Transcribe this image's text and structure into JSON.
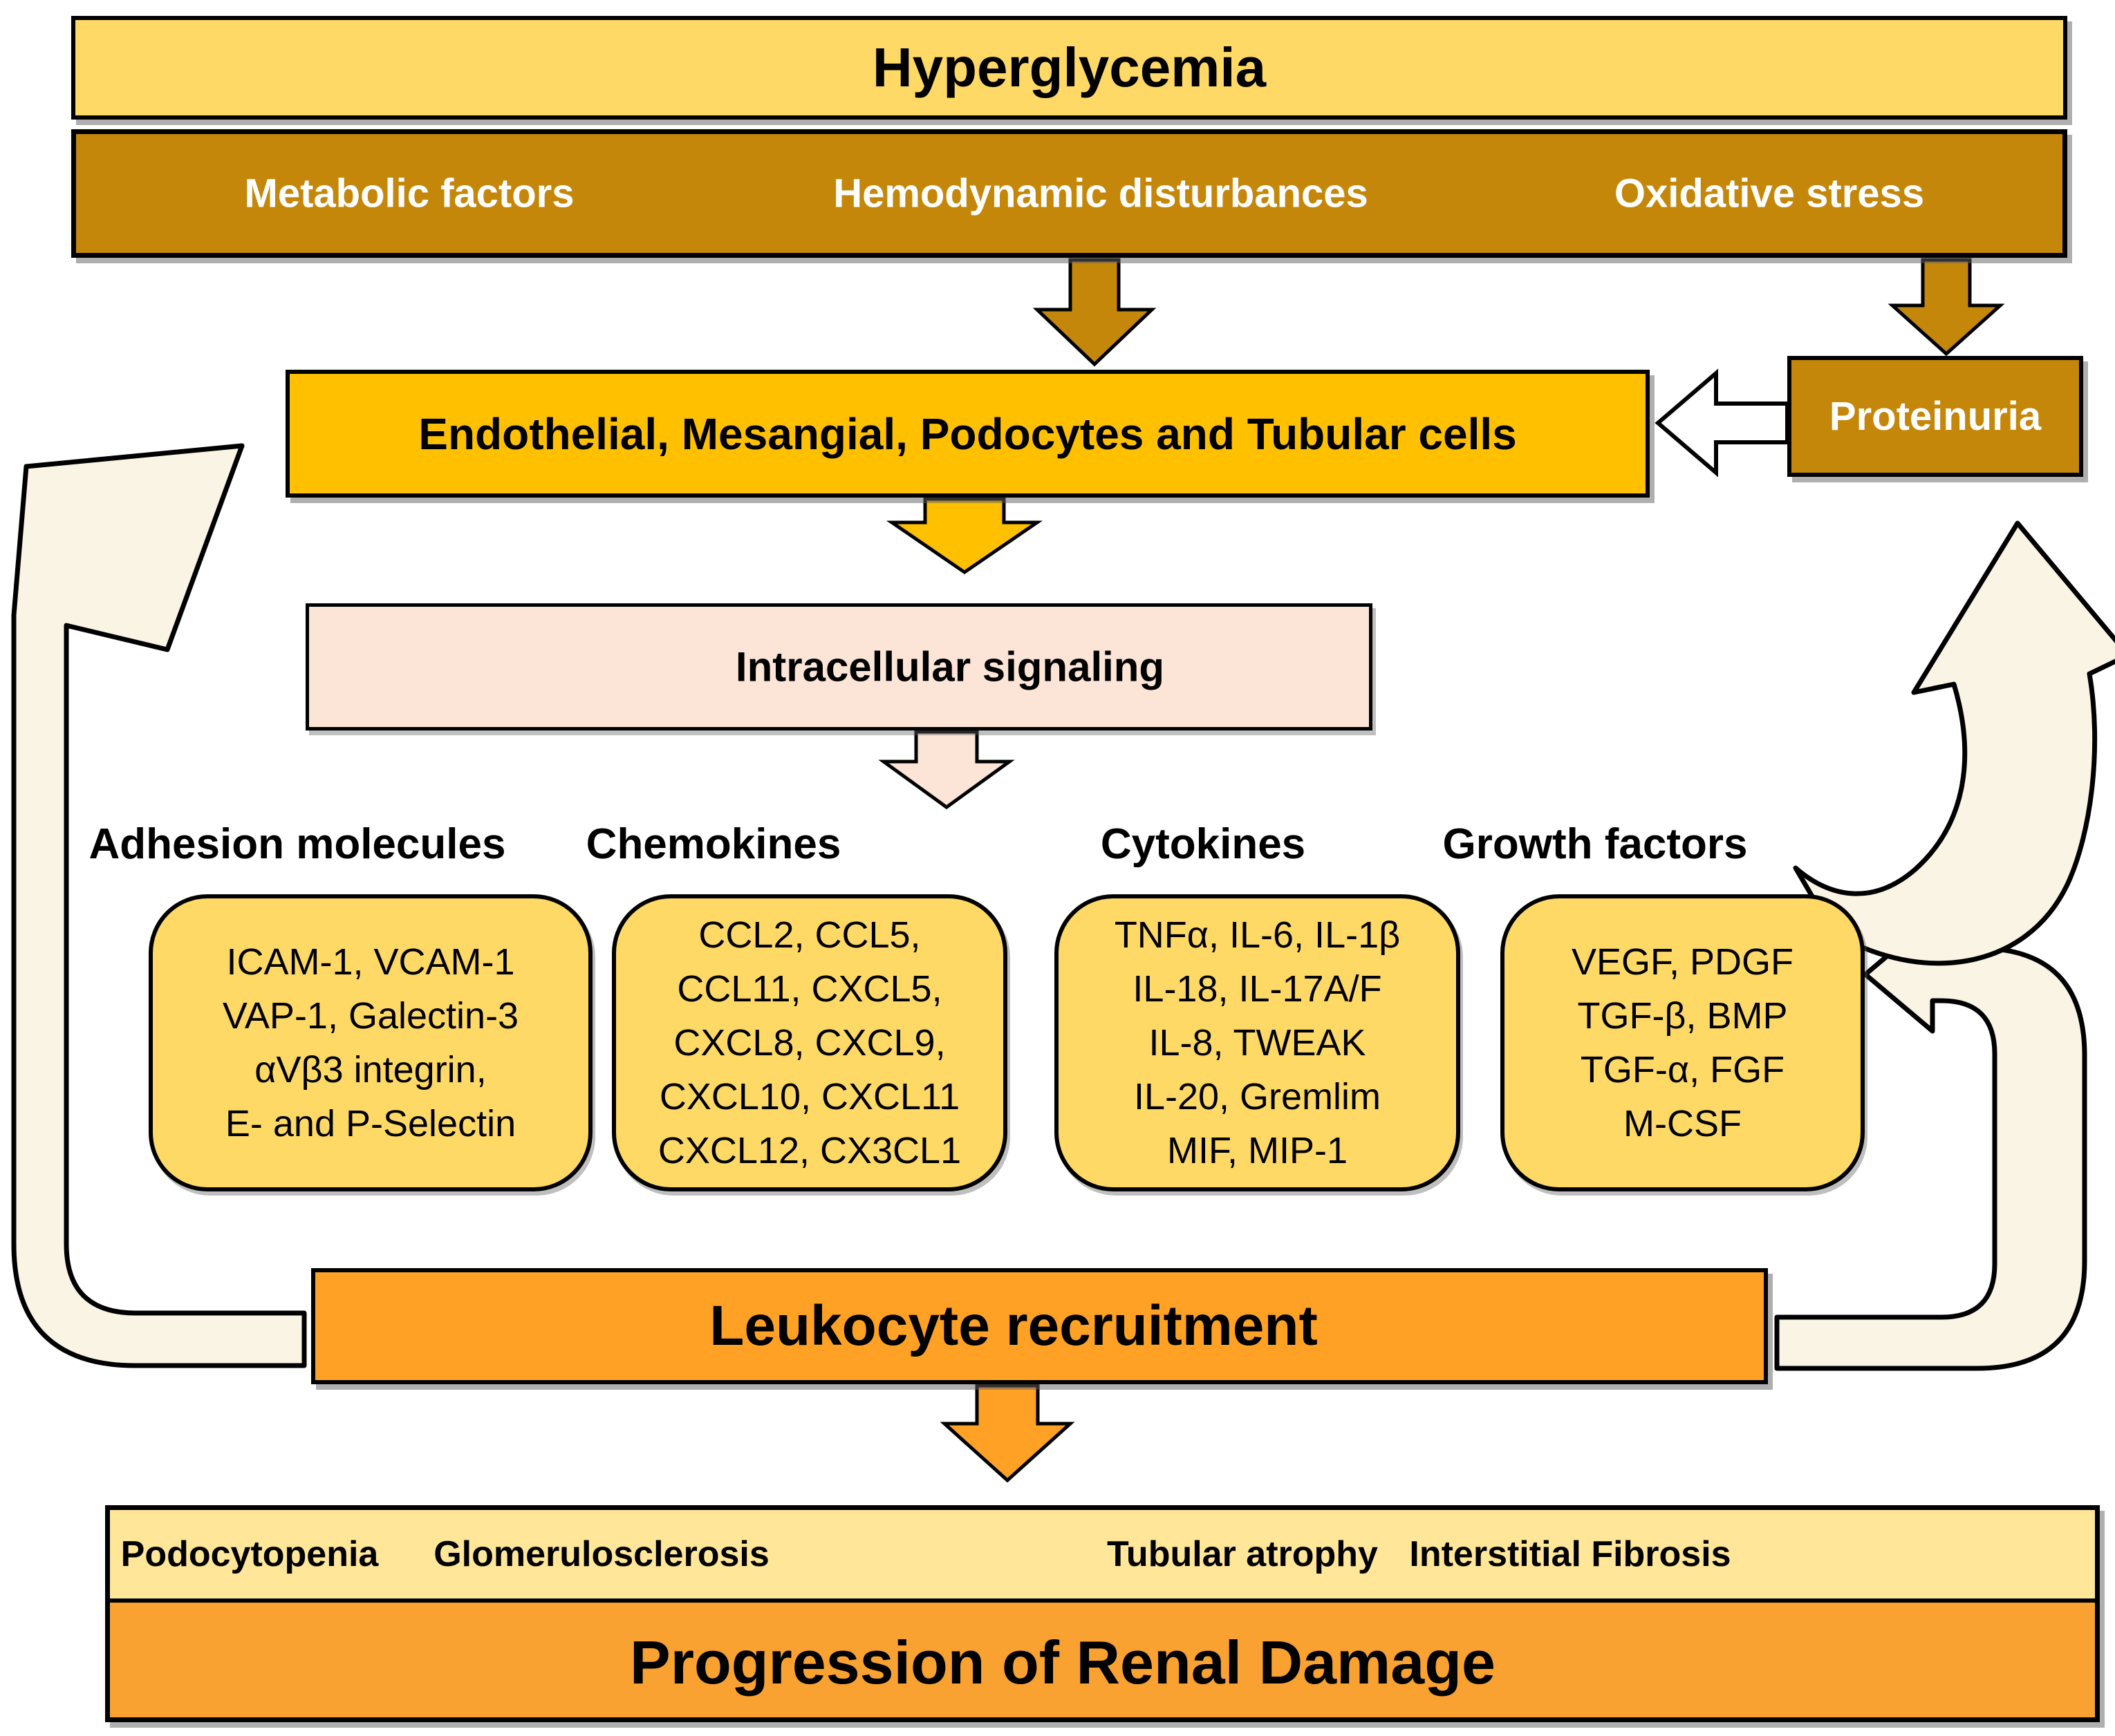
{
  "top_bar": {
    "label": "Hyperglycemia"
  },
  "factors_bar": {
    "items": [
      "Metabolic factors",
      "Hemodynamic disturbances",
      "Oxidative stress"
    ]
  },
  "cells_box": {
    "label": "Endothelial, Mesangial, Podocytes and Tubular cells"
  },
  "proteinuria_box": {
    "label": "Proteinuria"
  },
  "signaling_box": {
    "label": "Intracellular signaling"
  },
  "mediators": [
    {
      "header": "Adhesion molecules",
      "lines": [
        "ICAM-1, VCAM-1",
        "VAP-1, Galectin-3",
        "αVβ3 integrin,",
        "E- and P-Selectin"
      ]
    },
    {
      "header": "Chemokines",
      "lines": [
        "CCL2, CCL5,",
        "CCL11, CXCL5,",
        "CXCL8, CXCL9,",
        "CXCL10, CXCL11",
        "CXCL12, CX3CL1"
      ]
    },
    {
      "header": "Cytokines",
      "lines": [
        "TNFα, IL-6, IL-1β",
        "IL-18, IL-17A/F",
        "IL-8, TWEAK",
        "IL-20, Gremlim",
        "MIF, MIP-1"
      ]
    },
    {
      "header": "Growth factors",
      "lines": [
        "VEGF, PDGF",
        "TGF-β, BMP",
        "TGF-α, FGF",
        "M-CSF"
      ]
    }
  ],
  "leukocyte_box": {
    "label": "Leukocyte recruitment"
  },
  "outcomes_bar": {
    "items": [
      "Podocytopenia",
      "Glomerulosclerosis",
      "Tubular atrophy",
      "Interstitial Fibrosis"
    ]
  },
  "damage_bar": {
    "label": "Progression of Renal Damage"
  },
  "colors": {
    "light_gold": "#FFD966",
    "dark_gold": "#C5870A",
    "bright_gold": "#FFC000",
    "peach": "#FCE4D6",
    "orange": "#FFA124",
    "light_orange": "#F9A232",
    "pale_yellow": "#FFE699",
    "cream": "#FAF4E4",
    "outline": "#000000",
    "text_dark": "#000000",
    "text_light": "#FFFFFF"
  }
}
